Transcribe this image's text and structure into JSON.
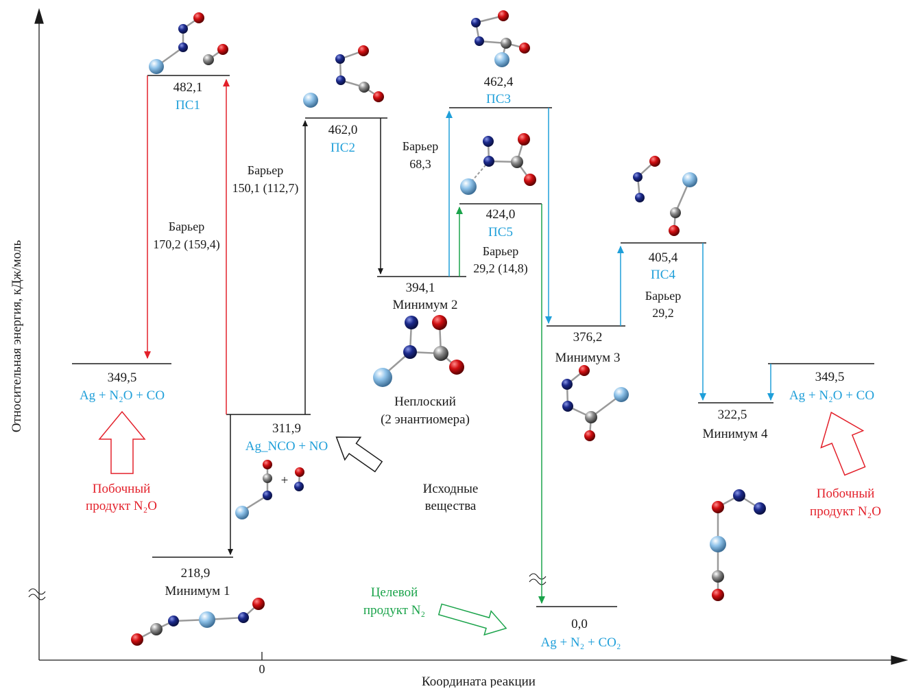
{
  "axes": {
    "y_label": "Относительная энергия, кДж/моль",
    "x_label": "Координата реакции",
    "zero_tick": "0"
  },
  "colors": {
    "black": "#1a1a1a",
    "red": "#e3202a",
    "blue": "#1f9fd9",
    "green": "#1aa34a",
    "atom_N": "#1c2a8c",
    "atom_O": "#d10f12",
    "atom_C": "#8e8e8e",
    "atom_Ag": "#8fc3ea"
  },
  "levels": {
    "ts1": {
      "energy": "482,1",
      "label": "ПС1"
    },
    "ts2": {
      "energy": "462,0",
      "label": "ПС2"
    },
    "ts3": {
      "energy": "462,4",
      "label": "ПС3"
    },
    "ts5": {
      "energy": "424,0",
      "label": "ПС5"
    },
    "ts4": {
      "energy": "405,4",
      "label": "ПС4"
    },
    "min2": {
      "energy": "394,1",
      "label": "Минимум 2",
      "note1": "Неплоский",
      "note2": "(2 энантиомера)"
    },
    "min3": {
      "energy": "376,2",
      "label": "Минимум 3"
    },
    "min4": {
      "energy": "322,5",
      "label": "Минимум 4"
    },
    "min1": {
      "energy": "218,9",
      "label": "Минимум 1"
    },
    "start": {
      "energy": "311,9",
      "label": "Ag_NCO + NO"
    },
    "side_left": {
      "energy": "349,5",
      "label": "Ag + N₂O + CO"
    },
    "side_right": {
      "energy": "349,5",
      "label": "Ag + N₂O + CO"
    },
    "product": {
      "energy": "0,0",
      "label": "Ag + N₂ + CO₂"
    }
  },
  "barriers": {
    "b1": {
      "title": "Барьер",
      "value": "170,2 (159,4)"
    },
    "b2": {
      "title": "Барьер",
      "value": "150,1 (112,7)"
    },
    "b3": {
      "title": "Барьер",
      "value": "68,3"
    },
    "b5": {
      "title": "Барьер",
      "value": "29,2 (14,8)"
    },
    "b4": {
      "title": "Барьер",
      "value": "29,2"
    }
  },
  "callouts": {
    "reactants": {
      "line1": "Исходные",
      "line2": "вещества"
    },
    "side_left": {
      "line1": "Побочный",
      "line2": "продукт N₂O"
    },
    "side_right": {
      "line1": "Побочный",
      "line2": "продукт N₂O"
    },
    "target": {
      "line1": "Целевой",
      "line2": "продукт N₂"
    },
    "plus": "+"
  }
}
